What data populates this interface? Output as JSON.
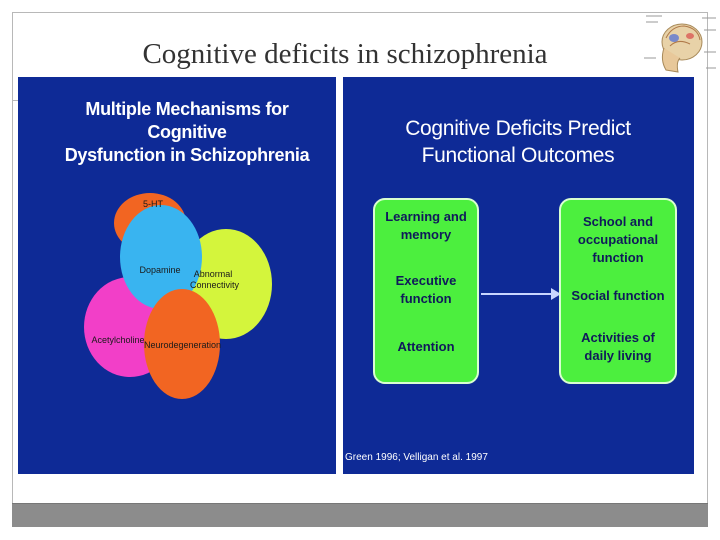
{
  "slide": {
    "title": "Cognitive deficits in schizophrenia"
  },
  "left_panel": {
    "title_line1": "Multiple Mechanisms for Cognitive",
    "title_line2": "Dysfunction in Schizophrenia",
    "circles": [
      {
        "label": "5-HT",
        "color": "#f26522"
      },
      {
        "label": "Dopamine",
        "color": "#39b4f0"
      },
      {
        "label": "Abnormal Connectivity",
        "color": "#d4f53c"
      },
      {
        "label": "Acetylcholine",
        "color": "#f23fc8"
      },
      {
        "label": "Neurodegeneration",
        "color": "#f26522"
      }
    ]
  },
  "right_panel": {
    "title_line1": "Cognitive Deficits Predict",
    "title_line2": "Functional Outcomes",
    "left_box": {
      "item1": "Learning and memory",
      "item2": "Executive function",
      "item3": "Attention"
    },
    "right_box": {
      "item1": "School and occupational function",
      "item2": "Social function",
      "item3": "Activities of daily living"
    },
    "citation": "Green 1996; Velligan et al. 1997"
  },
  "colors": {
    "panel_bg": "#0e2a96",
    "box_green": "#4cef3e"
  }
}
